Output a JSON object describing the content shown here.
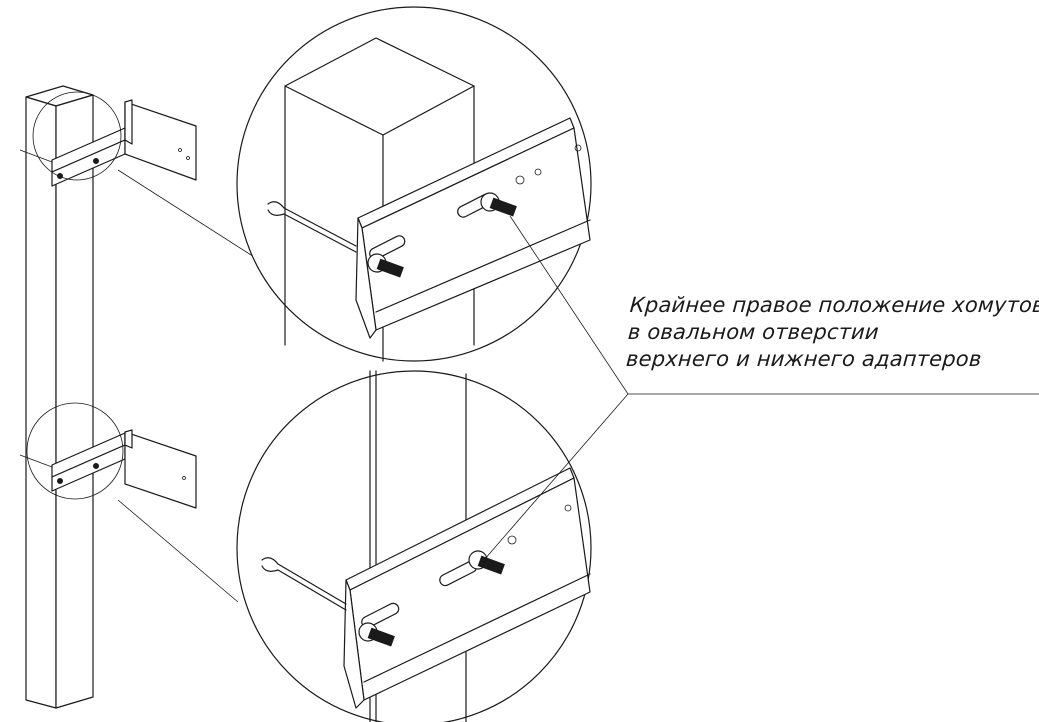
{
  "callout": {
    "line1": "Крайнее правое положение хомутов",
    "line2": "в овальном отверстии",
    "line3": "верхнего и нижнего адаптеров"
  },
  "colors": {
    "ink": "#1a1a1a",
    "paper": "#ffffff"
  }
}
